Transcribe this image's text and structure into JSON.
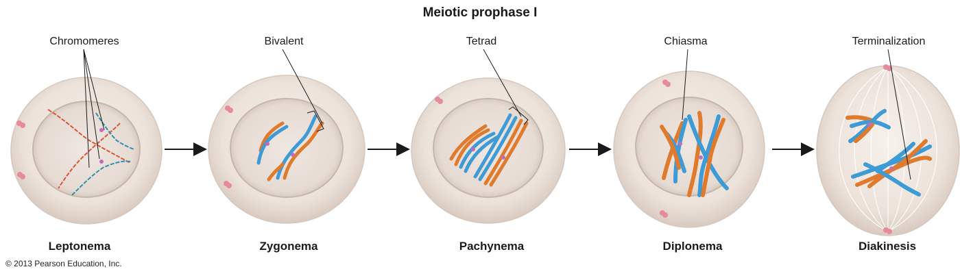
{
  "title": "Meiotic prophase I",
  "stages": [
    {
      "label": "Leptonema",
      "callout": "Chromomeres"
    },
    {
      "label": "Zygonema",
      "callout": "Bivalent"
    },
    {
      "label": "Pachynema",
      "callout": "Tetrad"
    },
    {
      "label": "Diplonema",
      "callout": "Chiasma"
    },
    {
      "label": "Diakinesis",
      "callout": "Terminalization"
    }
  ],
  "colors": {
    "maternal": "#e07a2c",
    "paternal": "#3f9bd6",
    "leptonema_red": "#d9553a",
    "leptonema_blue": "#2f8fb0",
    "centriole": "#e58b9b",
    "cell": "#ece3dc",
    "nucleus": "#e2d6cf"
  },
  "copyright": "© 2013 Pearson Education, Inc."
}
